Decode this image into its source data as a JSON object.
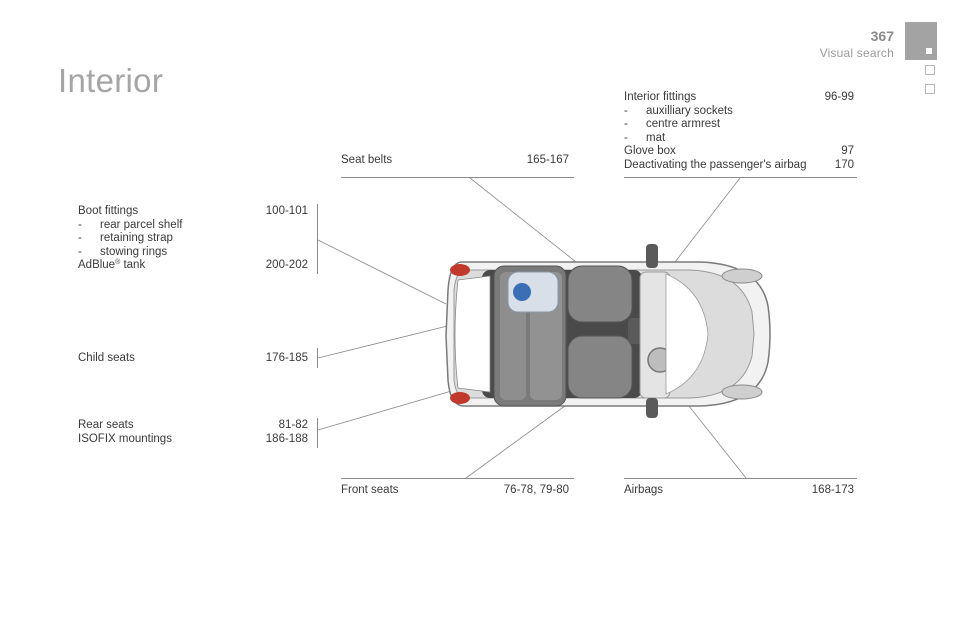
{
  "header": {
    "page_number": "367",
    "section": "Visual search"
  },
  "title": "Interior",
  "boot": {
    "label": "Boot fittings",
    "pages": "100-101",
    "items": [
      "rear parcel shelf",
      "retaining strap",
      "stowing rings"
    ],
    "adblue_label_a": "AdBlue",
    "adblue_reg": "®",
    "adblue_label_b": " tank",
    "adblue_pages": "200-202"
  },
  "child_seats": {
    "label": "Child seats",
    "pages": "176-185"
  },
  "rear_seats": {
    "label": "Rear seats",
    "pages": "81-82",
    "isofix_label": "ISOFIX mountings",
    "isofix_pages": "186-188"
  },
  "seat_belts": {
    "label": "Seat belts",
    "pages": "165-167"
  },
  "front_seats": {
    "label": "Front seats",
    "pages": "76-78, 79-80"
  },
  "interior_fittings": {
    "label": "Interior fittings",
    "pages": "96-99",
    "items": [
      "auxilliary sockets",
      "centre armrest",
      "mat"
    ],
    "glove_label": "Glove box",
    "glove_pages": "97",
    "airbag_label": "Deactivating the passenger's airbag",
    "airbag_pages": "170"
  },
  "airbags": {
    "label": "Airbags",
    "pages": "168-173"
  },
  "dash": "-",
  "colors": {
    "line": "#8a8a8a",
    "title": "#a5a5a5",
    "tab": "#a3a3a3"
  }
}
